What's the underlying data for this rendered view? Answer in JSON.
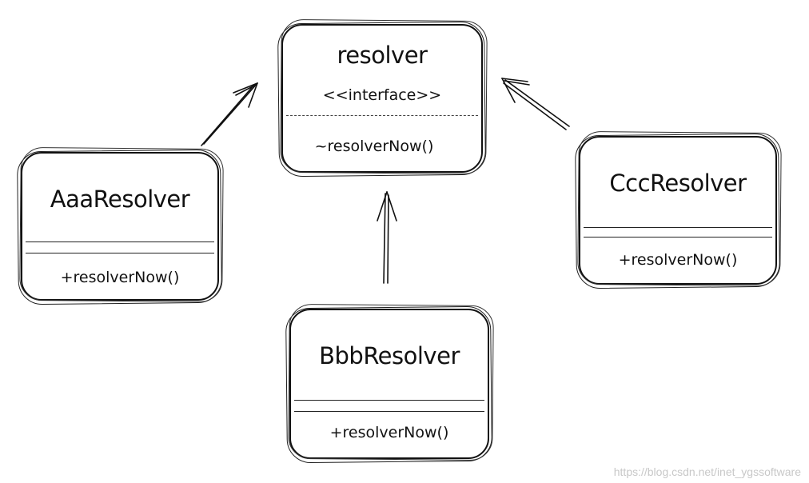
{
  "interface": {
    "name": "resolver",
    "stereotype": "<<interface>>",
    "method": "~resolverNow()"
  },
  "classes": [
    {
      "name": "AaaResolver",
      "method": "+resolverNow()"
    },
    {
      "name": "BbbResolver",
      "method": "+resolverNow()"
    },
    {
      "name": "CccResolver",
      "method": "+resolverNow()"
    }
  ],
  "watermark": "https://blog.csdn.net/inet_ygssoftware"
}
